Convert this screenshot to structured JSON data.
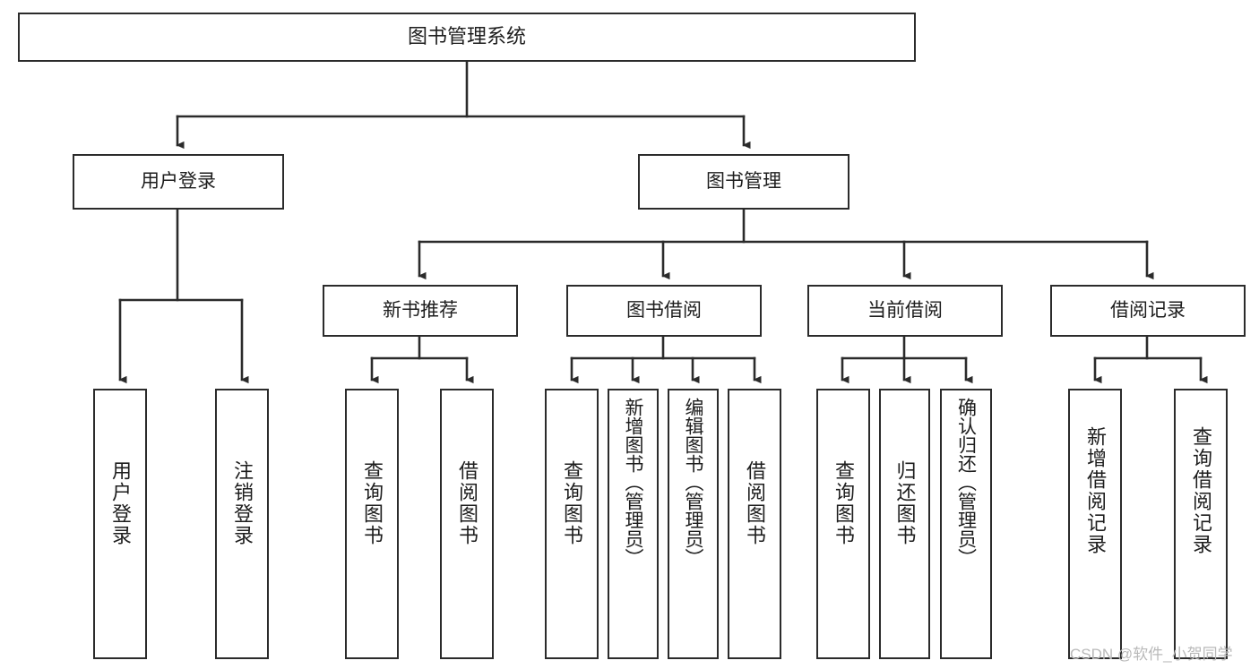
{
  "diagram": {
    "type": "tree",
    "title": "图书管理系统",
    "watermark": "CSDN @软件_小贺同学",
    "colors": {
      "stroke": "#2b2b2b",
      "fill": "#ffffff",
      "text": "#1d1d1d",
      "watermark": "#b9b9b9"
    },
    "nodes": {
      "root": {
        "label": "图书管理系统"
      },
      "level2": [
        {
          "id": "user-login",
          "label": "用户登录"
        },
        {
          "id": "book-manage",
          "label": "图书管理"
        }
      ],
      "level3": [
        {
          "id": "new-book-recommend",
          "label": "新书推荐"
        },
        {
          "id": "book-borrow",
          "label": "图书借阅"
        },
        {
          "id": "current-borrow",
          "label": "当前借阅"
        },
        {
          "id": "borrow-record",
          "label": "借阅记录"
        }
      ],
      "leaves": [
        {
          "id": "leaf-user-login",
          "label": "用户登录",
          "parent": "user-login"
        },
        {
          "id": "leaf-user-logout",
          "label": "注销登录",
          "parent": "user-login"
        },
        {
          "id": "leaf-query-book-1",
          "label": "查询图书",
          "parent": "new-book-recommend"
        },
        {
          "id": "leaf-borrow-book-1",
          "label": "借阅图书",
          "parent": "new-book-recommend"
        },
        {
          "id": "leaf-query-book-2",
          "label": "查询图书",
          "parent": "book-borrow"
        },
        {
          "id": "leaf-add-book",
          "label": "新增图书（管理员）",
          "parent": "book-borrow"
        },
        {
          "id": "leaf-edit-book",
          "label": "编辑图书（管理员）",
          "parent": "book-borrow"
        },
        {
          "id": "leaf-borrow-book-2",
          "label": "借阅图书",
          "parent": "book-borrow"
        },
        {
          "id": "leaf-query-book-3",
          "label": "查询图书",
          "parent": "current-borrow"
        },
        {
          "id": "leaf-return-book",
          "label": "归还图书",
          "parent": "current-borrow"
        },
        {
          "id": "leaf-confirm-return",
          "label": "确认归还（管理员）",
          "parent": "current-borrow"
        },
        {
          "id": "leaf-add-record",
          "label": "新增借阅记录",
          "parent": "borrow-record"
        },
        {
          "id": "leaf-query-record",
          "label": "查询借阅记录",
          "parent": "borrow-record"
        }
      ]
    }
  }
}
